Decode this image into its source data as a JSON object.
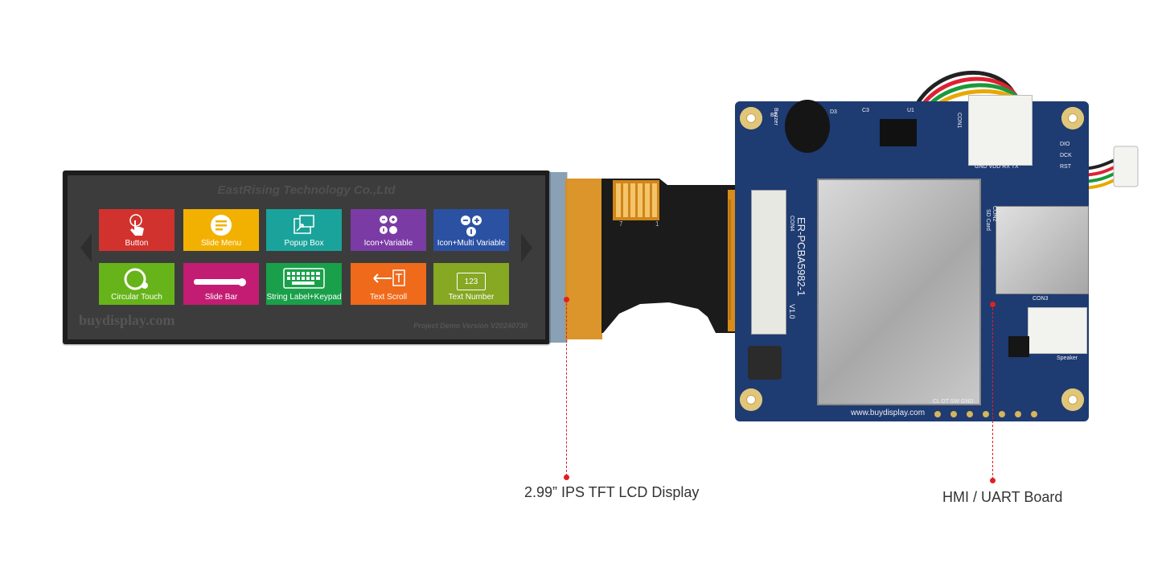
{
  "screen": {
    "company_title": "EastRising Technology Co.,Ltd",
    "brand": "buydisplay.com",
    "version": "Project Demo Version V20240730",
    "tiles": [
      {
        "label": "Button",
        "color": "#d2322d",
        "icon": "hand-pointer-icon"
      },
      {
        "label": "Slide Menu",
        "color": "#f2b100",
        "icon": "menu-list-icon"
      },
      {
        "label": "Popup Box",
        "color": "#1aa39a",
        "icon": "popup-window-icon"
      },
      {
        "label": "Icon+Variable",
        "color": "#7b3ba5",
        "icon": "icon-variable-icon"
      },
      {
        "label": "Icon+Multi Variable",
        "color": "#2b51a3",
        "icon": "icon-multi-variable-icon"
      },
      {
        "label": "Circular Touch",
        "color": "#66b41a",
        "icon": "circular-touch-icon"
      },
      {
        "label": "Slide Bar",
        "color": "#c31c73",
        "icon": "slider-icon"
      },
      {
        "label": "String Label+Keypad",
        "color": "#1aa04a",
        "icon": "keyboard-icon"
      },
      {
        "label": "Text Scroll",
        "color": "#ef6a1b",
        "icon": "text-scroll-icon"
      },
      {
        "label": "Text Number",
        "color": "#86a822",
        "icon": "number-box-icon"
      }
    ],
    "number_icon_text": "123"
  },
  "flex": {
    "pin_left": "7",
    "pin_right": "1"
  },
  "board": {
    "model": "ER-PCBA5982-1",
    "version": "V1.0",
    "website": "www.buydisplay.com",
    "labels": {
      "buzzer": "Buzzer",
      "b2": "B2",
      "d3": "D3",
      "c3": "C3",
      "u1": "U1",
      "con1": "CON1",
      "con2": "CON2",
      "sd_card": "SD Card",
      "con3": "CON3",
      "con4": "CON4",
      "speaker": "Speaker",
      "gnd_vdd_rx_tx": "GND VDD RX TX",
      "dio": "DIO",
      "dck": "DCK",
      "rst": "RST",
      "bottom_pins": "CL DT SW GND"
    }
  },
  "annotations": {
    "display": "2.99” IPS TFT LCD Display",
    "board": "HMI / UART Board"
  },
  "colors": {
    "pcb": "#1e3b72",
    "annotation": "#e02020",
    "fpc": "#d98c18"
  }
}
